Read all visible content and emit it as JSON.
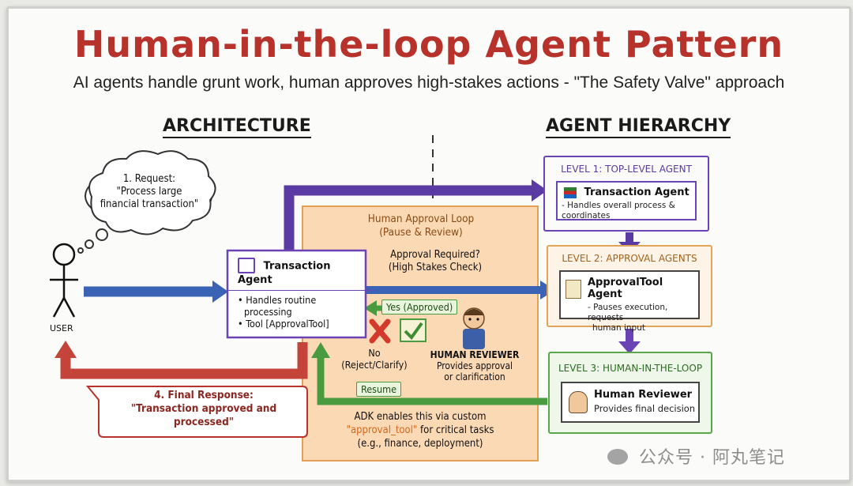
{
  "title": "Human-in-the-loop Agent Pattern",
  "subtitle": "AI agents handle grunt work, human approves high-stakes actions - \"The Safety Valve\" approach",
  "architecture": {
    "heading": "ARCHITECTURE",
    "request_bubble": [
      "1. Request:",
      "\"Process large",
      "financial transaction\""
    ],
    "user_label": "USER",
    "transaction_box": {
      "title": "Transaction Agent",
      "bullets": [
        "• Handles routine",
        "processing",
        "• Tool [ApprovalTool]"
      ]
    },
    "approval_loop": {
      "title": [
        "Human Approval Loop",
        "(Pause & Review)"
      ],
      "question": [
        "Approval Required?",
        "(High Stakes Check)"
      ],
      "yes_label": "Yes (Approved)",
      "no_label": [
        "No",
        "(Reject/Clarify)"
      ],
      "reviewer_label": "HUMAN REVIEWER",
      "reviewer_desc": [
        "Provides approval",
        "or clarification"
      ],
      "resume_label": "Resume",
      "footer": [
        "ADK enables this via custom",
        "\"approval_tool\" for critical tasks",
        "(e.g., finance, deployment)"
      ],
      "footer_highlight": "\"approval_tool\""
    },
    "final_response": [
      "4. Final Response:",
      "\"Transaction approved and",
      "processed\""
    ]
  },
  "hierarchy": {
    "heading": "AGENT HIERARCHY",
    "levels": [
      {
        "title": "LEVEL 1: TOP-LEVEL AGENT",
        "agent": "Transaction Agent",
        "desc": [
          "- Handles overall process & coordinates"
        ],
        "color": "#6a43b4"
      },
      {
        "title": "LEVEL 2: APPROVAL AGENTS",
        "agent": "ApprovalTool Agent",
        "desc": [
          "- Pauses execution, requests",
          "human input"
        ],
        "color": "#e0a45a"
      },
      {
        "title": "LEVEL 3: HUMAN-IN-THE-LOOP",
        "agent": "Human Reviewer",
        "desc": [
          "Provides final decision"
        ],
        "color": "#5aa64b"
      }
    ]
  },
  "watermark": "公众号 · 阿丸笔记",
  "colors": {
    "title": "#b8322c",
    "purple": "#6a43b4",
    "blue": "#3a63b5",
    "red": "#c5443a",
    "green": "#4a9a3f",
    "orange_fill": "#fbd9b4",
    "orange_border": "#e6a055"
  }
}
